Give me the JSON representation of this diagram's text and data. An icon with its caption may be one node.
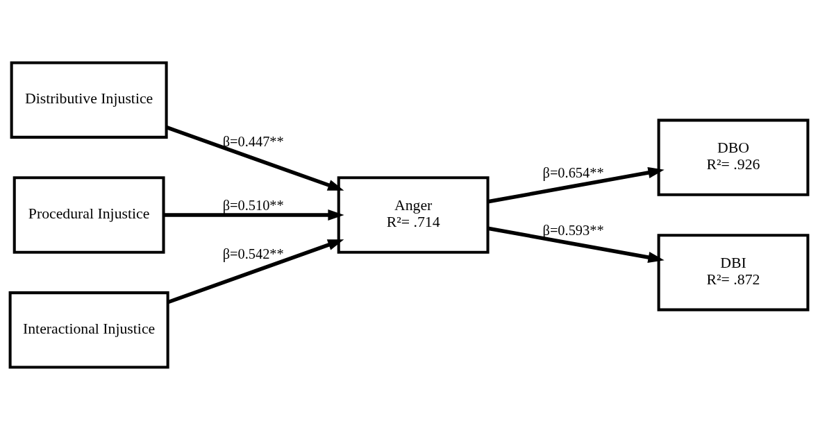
{
  "diagram": {
    "nodes": [
      {
        "text": [
          "Distributive Injustice"
        ]
      },
      {
        "text": [
          "Procedural Injustice"
        ]
      },
      {
        "text": [
          "Interactional Injustice"
        ]
      },
      {
        "text": [
          "Anger",
          "R²= .714"
        ]
      },
      {
        "text": [
          "DBO",
          "R²= .926"
        ]
      },
      {
        "text": [
          "DBI",
          "R²= .872"
        ]
      }
    ],
    "edges": [
      {
        "from": 0,
        "to": 3,
        "arrow": "to",
        "label": "β=0.447**"
      },
      {
        "from": 1,
        "to": 3,
        "arrow": "to",
        "label": "β=0.510**"
      },
      {
        "from": 2,
        "to": 3,
        "arrow": "to",
        "label": "β=0.542**"
      },
      {
        "from": 3,
        "to": 4,
        "arrow": "to",
        "label": "β=0.654**"
      },
      {
        "from": 3,
        "to": 5,
        "arrow": "to",
        "label": "β=0.593**"
      }
    ]
  }
}
